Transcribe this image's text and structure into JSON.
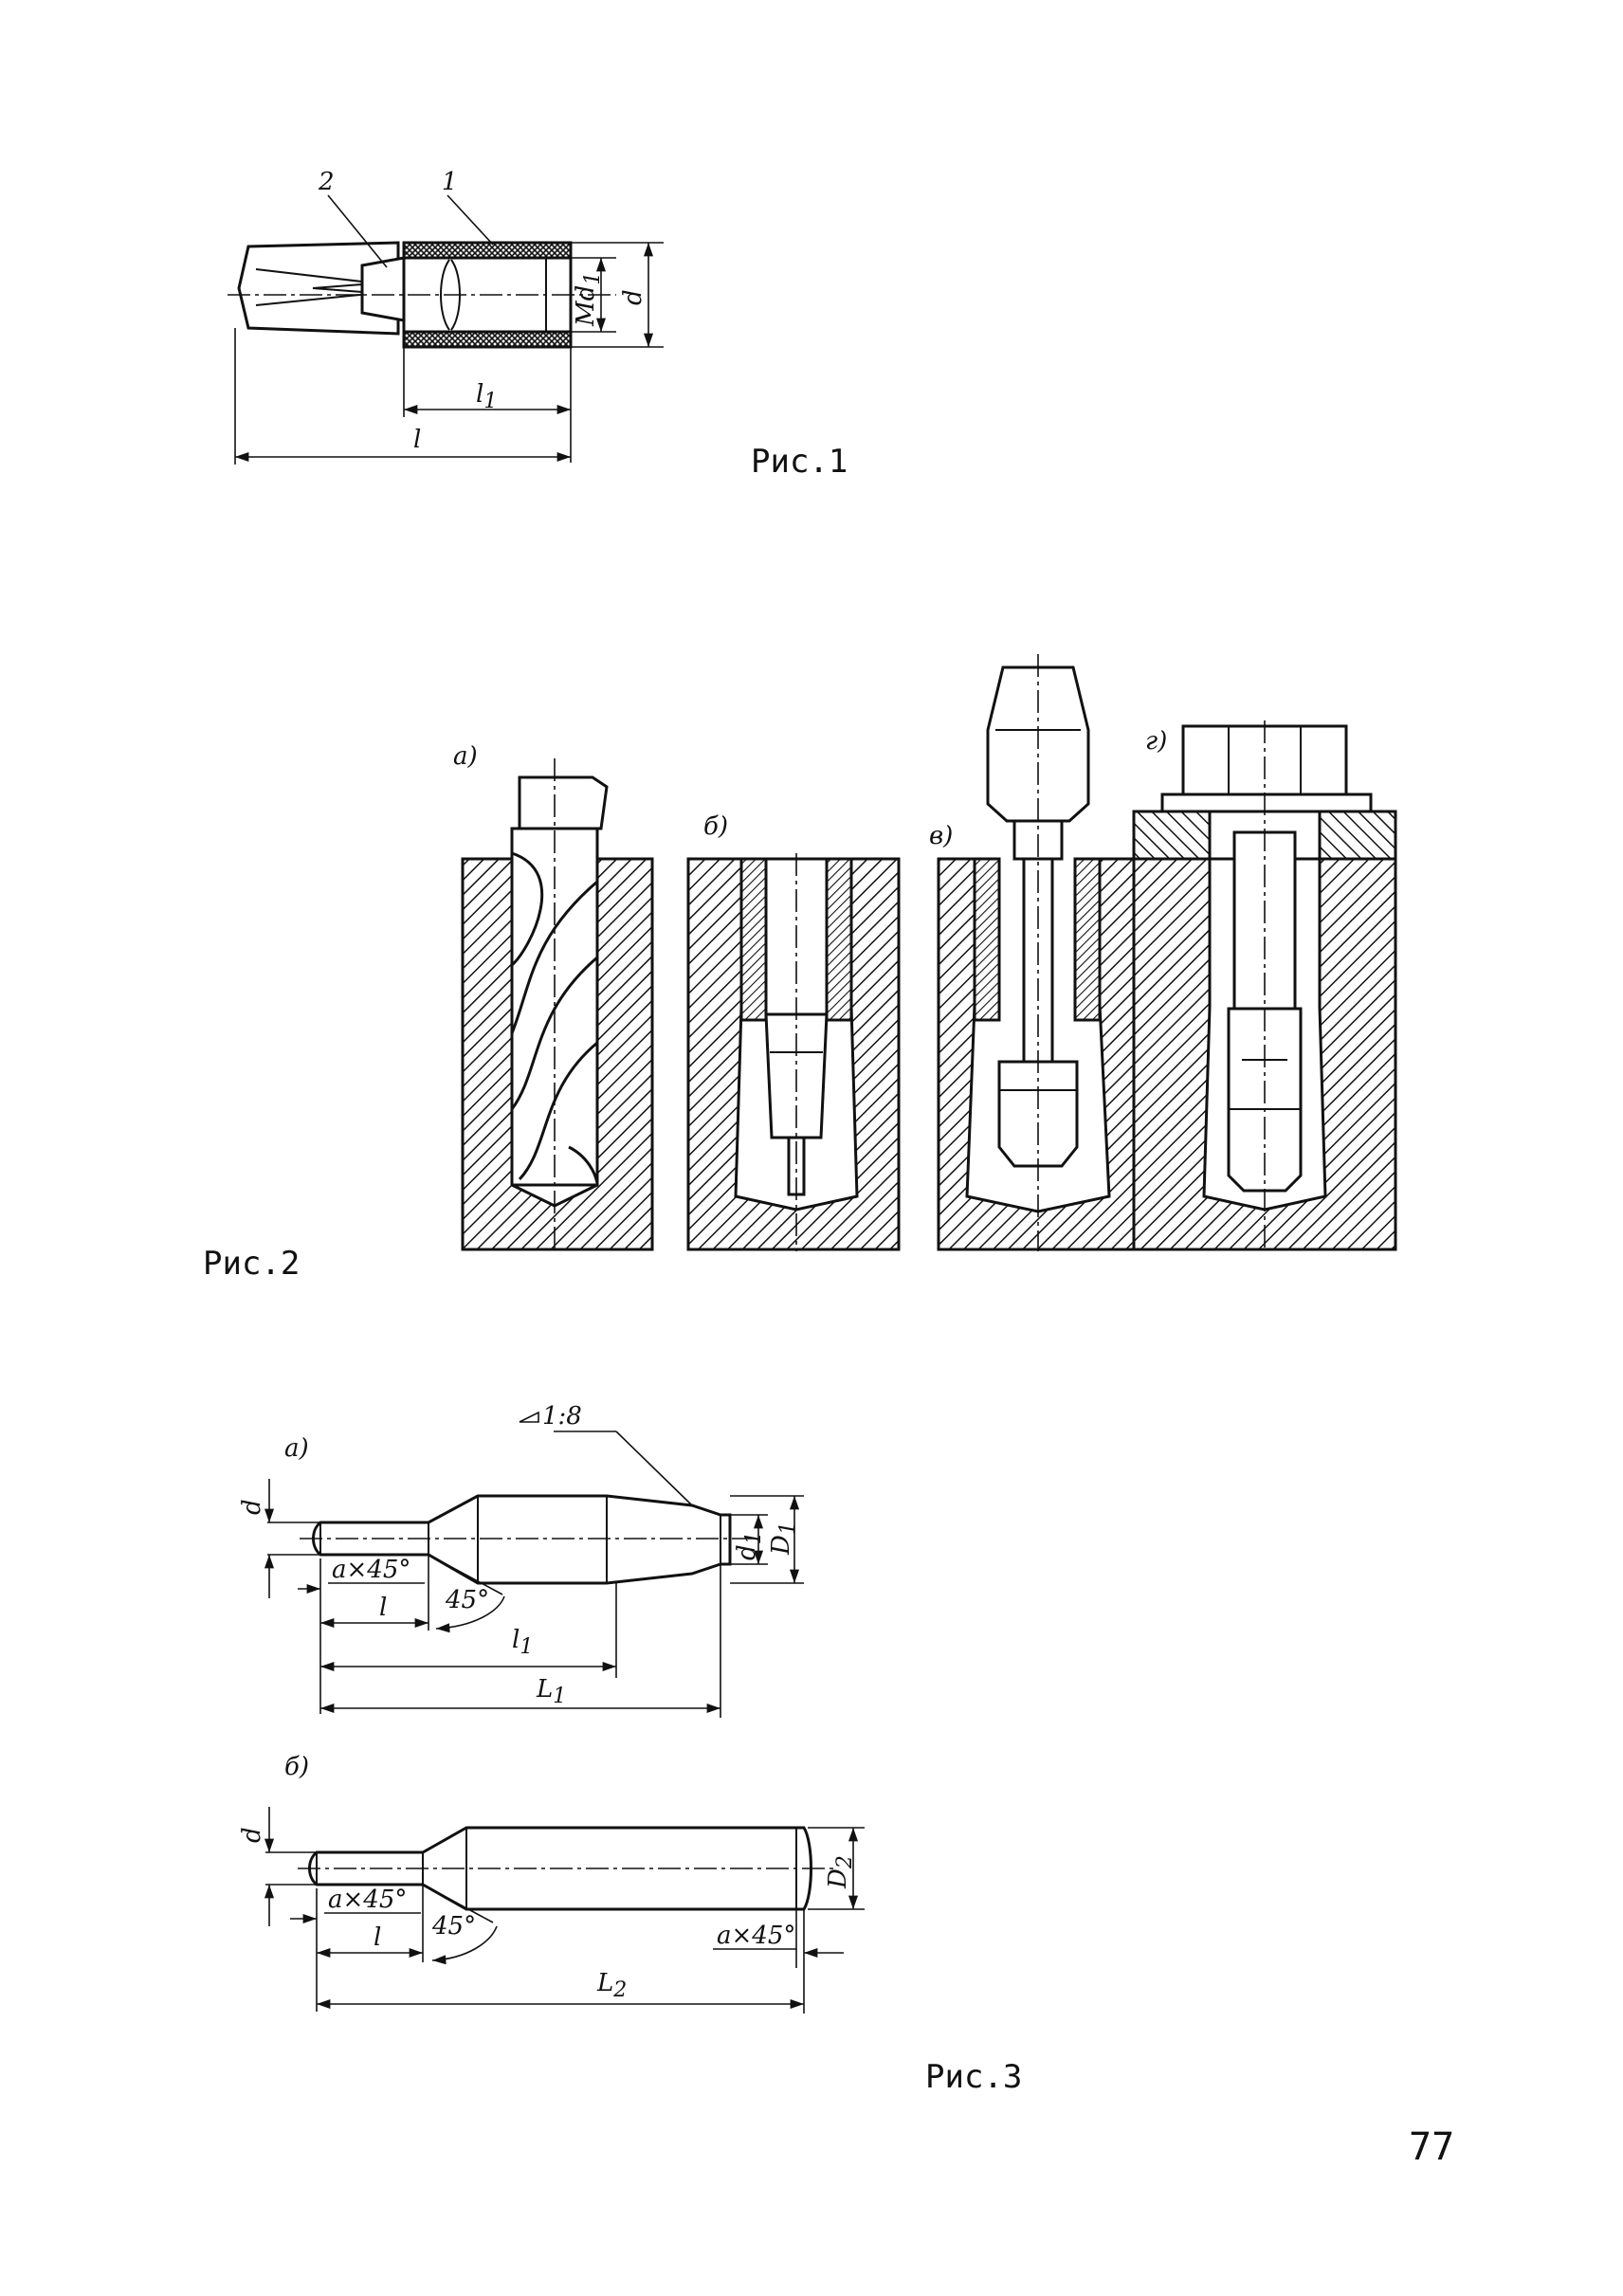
{
  "page_number": "77",
  "figures": {
    "fig1": {
      "caption": "Рис.1",
      "callout_1": "1",
      "callout_2": "2",
      "dim_md1": "Md",
      "dim_md1_sub": "1",
      "dim_d": "d",
      "dim_l1": "l",
      "dim_l1_sub": "1",
      "dim_l": "l"
    },
    "fig2": {
      "caption": "Рис.2",
      "label_a": "а)",
      "label_b": "б)",
      "label_v": "в)",
      "label_g": "г)"
    },
    "fig3": {
      "caption": "Рис.3",
      "a": {
        "label": "а)",
        "taper": "1:8",
        "dim_d": "d",
        "chamfer": "a×45°",
        "angle": "45°",
        "dim_l": "l",
        "dim_l1": "l",
        "dim_l1_sub": "1",
        "dim_L1": "L",
        "dim_L1_sub": "1",
        "dim_d1": "d",
        "dim_d1_sub": "1",
        "dim_D1": "D",
        "dim_D1_sub": "1"
      },
      "b": {
        "label": "б)",
        "dim_d": "d",
        "chamfer_left": "a×45°",
        "angle": "45°",
        "dim_l": "l",
        "chamfer_right": "a×45°",
        "dim_L2": "L",
        "dim_L2_sub": "2",
        "dim_D2": "D",
        "dim_D2_sub": "2"
      }
    }
  }
}
